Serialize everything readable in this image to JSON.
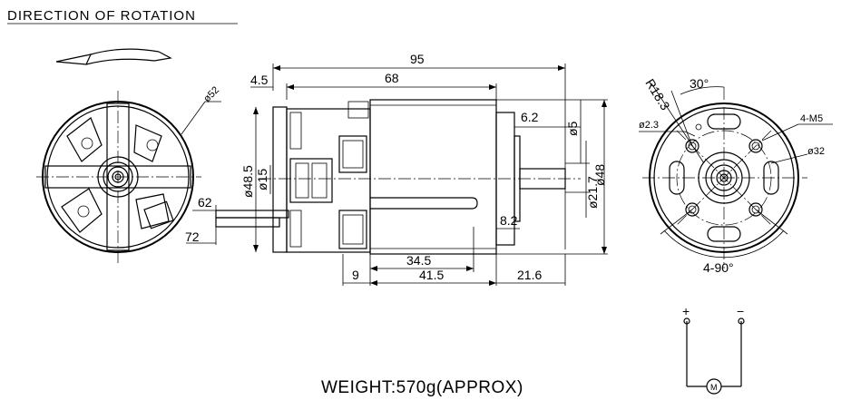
{
  "title": "DIRECTION OF ROTATION",
  "weight_label": "WEIGHT:570g(APPROX)",
  "dimensions": {
    "overall_length": "95",
    "body_length": "68",
    "front_offset": "4.5",
    "shaft_dia": "ø5",
    "shaft_step": "6.2",
    "boss_dia": "ø21.7",
    "body_dia": "ø48",
    "flange_dia": "ø48.5",
    "hub_dia": "ø15",
    "term_62": "62",
    "term_72": "72",
    "span_34_5": "34.5",
    "span_41_5": "41.5",
    "span_9": "9",
    "shaft_len": "21.6",
    "boss_len": "8.2",
    "left_view_dia": "ø52",
    "radius": "R18.3",
    "angle_30": "30°",
    "hole_small": "ø2.3",
    "thread": "4-M5",
    "pcd": "ø32",
    "angle_4x90": "4-90°"
  },
  "wiring": {
    "plus": "+",
    "minus": "−",
    "motor": "M"
  }
}
